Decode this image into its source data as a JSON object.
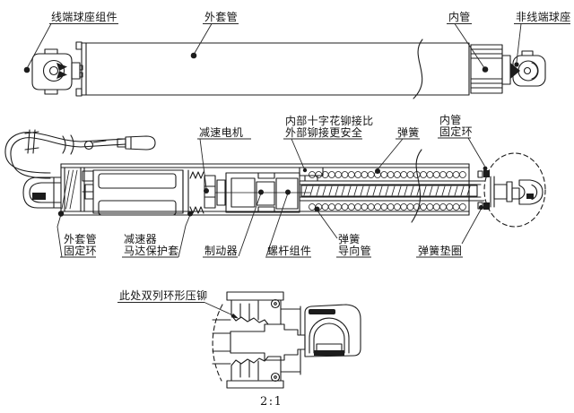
{
  "diagram": {
    "background": "#ffffff",
    "line_color": "#1c1c1c",
    "top_view": {
      "labels": {
        "wire_end_ball_seat": "线端球座组件",
        "outer_tube": "外套管",
        "inner_tube": "内管",
        "non_wire_end_ball_seat": "非线端球座"
      }
    },
    "section_view": {
      "labels": {
        "gear_motor": "减速电机",
        "rivet_note_line1": "内部十字花铆接比",
        "rivet_note_line2": "外部铆接更安全",
        "spring": "弹簧",
        "inner_tube_ring_line1": "内管",
        "inner_tube_ring_line2": "固定环",
        "outer_tube_ring_line1": "外套管",
        "outer_tube_ring_line2": "固定环",
        "reducer_line1": "减速器",
        "reducer_line2": "马达保护套",
        "brake": "制动器",
        "screw_assembly": "螺杆组件",
        "spring_guide_line1": "弹簧",
        "spring_guide_line2": "导向管",
        "spring_washer": "弹簧垫圈"
      }
    },
    "detail_view": {
      "callout": "此处双列环形压铆",
      "scale": "2:1"
    }
  }
}
